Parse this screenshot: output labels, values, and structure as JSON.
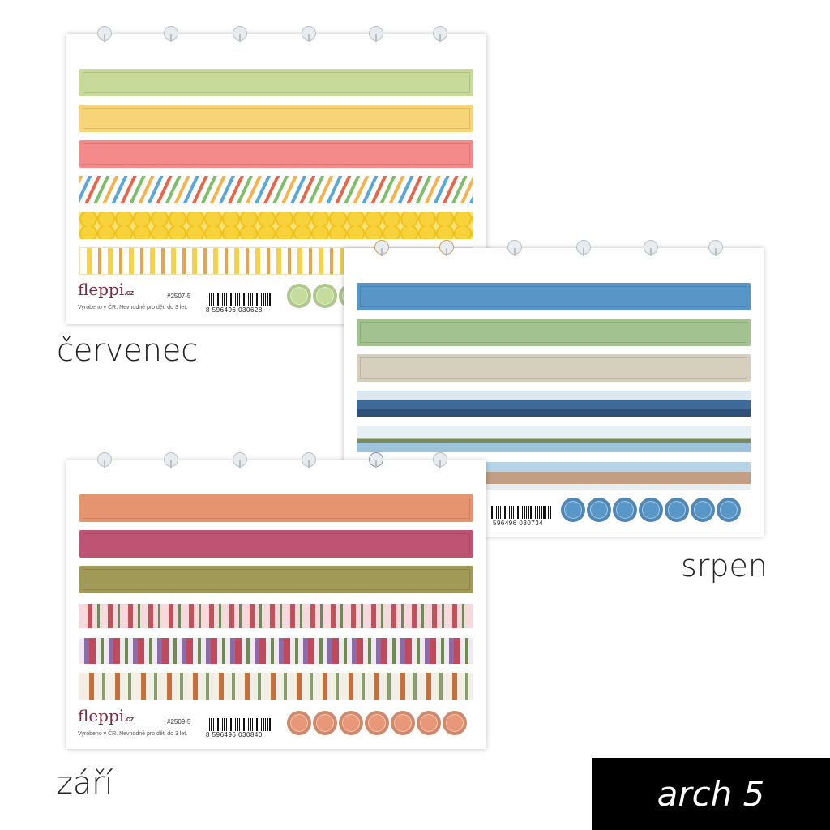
{
  "sheet1": {
    "brand": "fleppi",
    "brand_tld": ".cz",
    "made_text": "Vyrobeno v ČR. Nevhodné pro děti do 3 let.",
    "code": "#2507-5",
    "barcode_number": "8  596496  030628",
    "band_colors": [
      "#c8da9a",
      "#f7d577",
      "#f48a8a"
    ],
    "dot_color": "#c5dc9d",
    "label": "červenec"
  },
  "sheet2": {
    "barcode_number": "596496  030734",
    "band_colors": [
      "#5896c8",
      "#a2c38f",
      "#d7cfbd"
    ],
    "dot_color": "#5a97c9",
    "label": "srpen"
  },
  "sheet3": {
    "brand": "fleppi",
    "brand_tld": ".cz",
    "made_text": "Vyrobeno v ČR. Nevhodné pro děti do 3 let.",
    "code": "#2509-5",
    "barcode_number": "8  596496  030840",
    "band_colors": [
      "#e69470",
      "#bd5473",
      "#a19a57"
    ],
    "dot_color": "#e89878",
    "label": "září"
  },
  "corner_label": "arch 5",
  "icons": {
    "ring_hole": "binder-hole-icon",
    "barcode": "barcode-icon"
  }
}
